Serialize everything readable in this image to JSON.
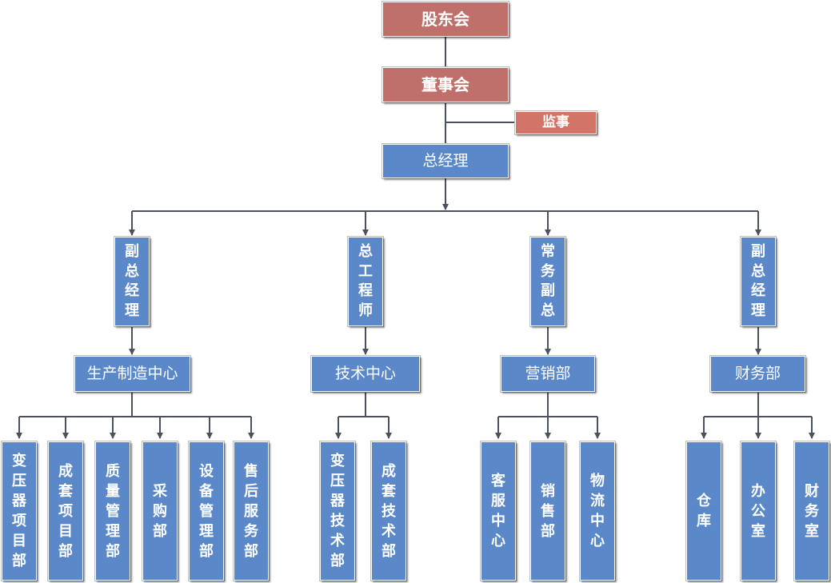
{
  "nodes": {
    "shareholders": "股东会",
    "board": "董事会",
    "supervisor": "监事",
    "general_manager": "总经理",
    "vp_production": "副总经理",
    "chief_engineer": "总工程师",
    "executive_vp": "常务副总",
    "vp_finance": "副总经理",
    "production_center": "生产制造中心",
    "tech_center": "技术中心",
    "sales_dept": "营销部",
    "finance_dept": "财务部"
  },
  "production_units": [
    "变压器项目部",
    "成套项目部",
    "质量管理部",
    "采购部",
    "设备管理部",
    "售后服务部"
  ],
  "tech_units": [
    "变压器技术部",
    "成套技术部"
  ],
  "sales_units": [
    "客服中心",
    "销售部",
    "物流中心"
  ],
  "finance_units": [
    "仓库",
    "办公室",
    "财务室"
  ],
  "colors": {
    "top_tier": "#c0706a",
    "supervisor": "#d27467",
    "boxes": "#5a88c9",
    "connector": "#4a5260"
  }
}
